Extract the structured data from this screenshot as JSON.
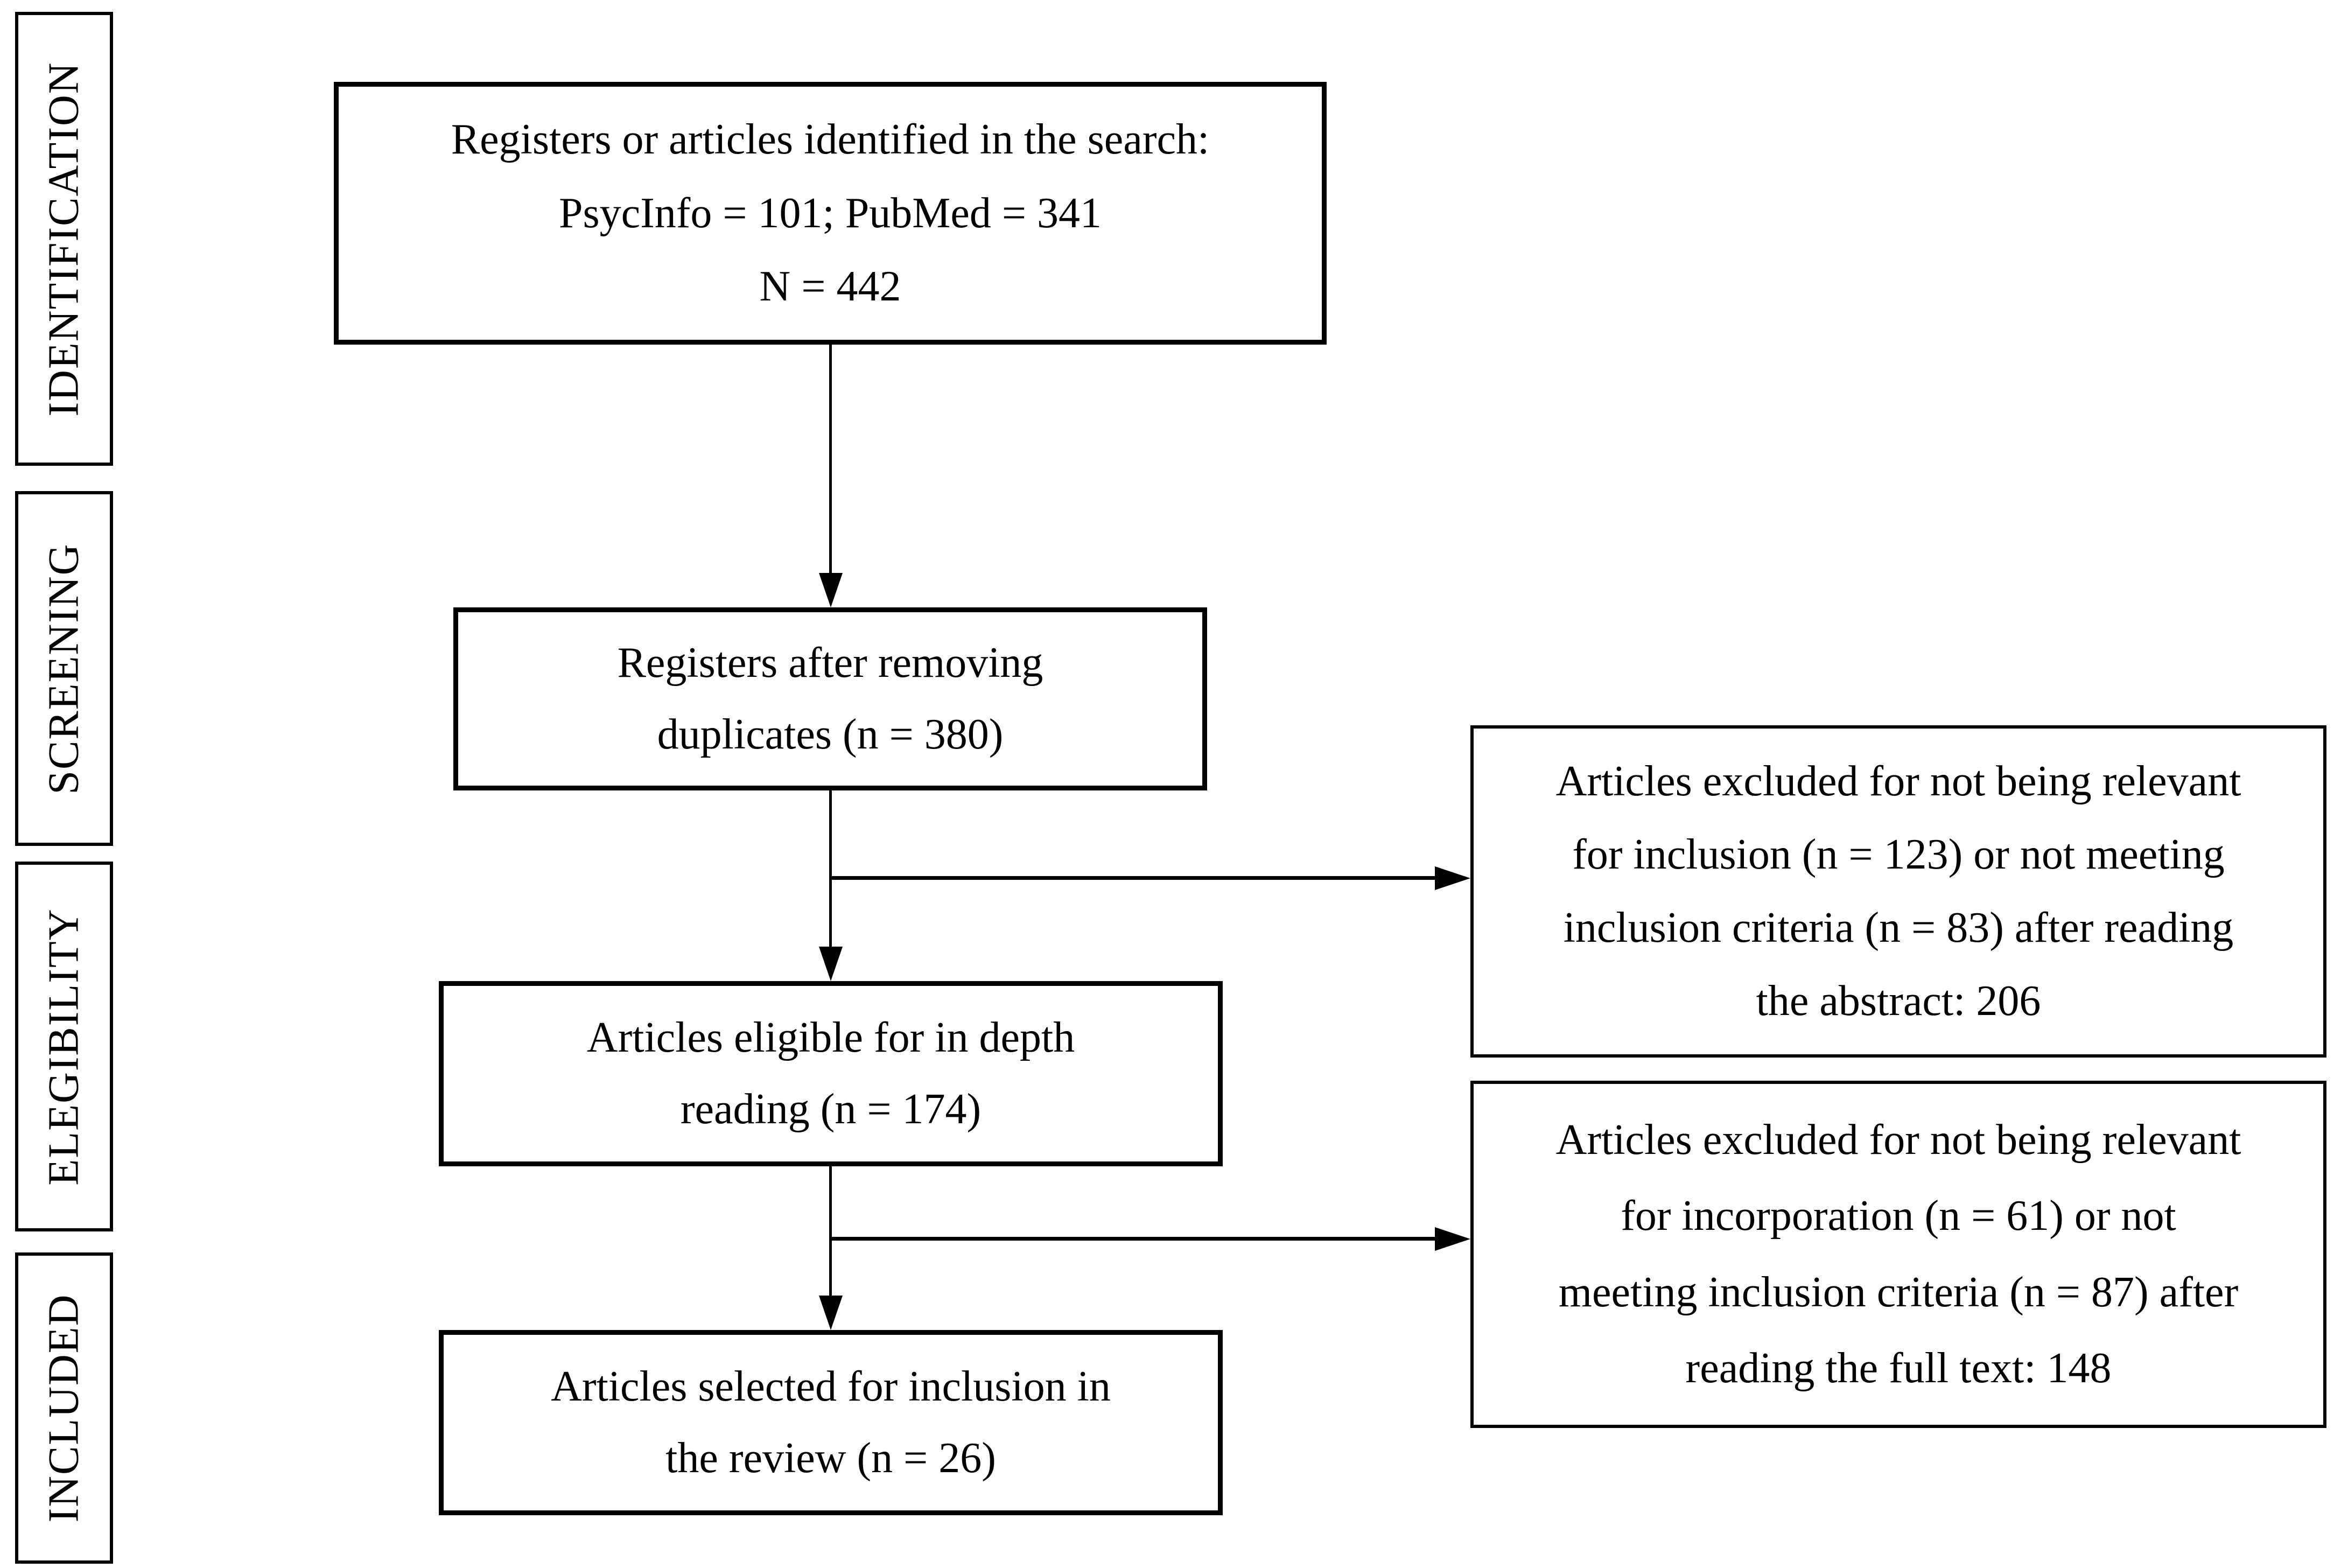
{
  "colors": {
    "background": "#ffffff",
    "border": "#000000",
    "text": "#000000"
  },
  "sidebar": {
    "items": [
      {
        "label": "IDENTIFICATION"
      },
      {
        "label": "SCREENING"
      },
      {
        "label": "ELEGIBILITY"
      },
      {
        "label": "INCLUDED"
      }
    ]
  },
  "flow": {
    "identified": {
      "lines": [
        "Registers or articles identified in the search:",
        "PsycInfo = 101; PubMed = 341",
        "N = 442"
      ]
    },
    "deduplicated": {
      "lines": [
        "Registers after removing",
        "duplicates (n = 380)"
      ]
    },
    "eligible": {
      "lines": [
        "Articles eligible for in depth",
        "reading (n = 174)"
      ]
    },
    "included": {
      "lines": [
        "Articles selected for inclusion in",
        "the review (n = 26)"
      ]
    }
  },
  "exclusions": {
    "abstract": {
      "lines": [
        "Articles excluded for not being relevant",
        "for inclusion (n = 123) or not meeting",
        "inclusion criteria (n = 83) after reading",
        "the abstract: 206"
      ]
    },
    "fulltext": {
      "lines": [
        "Articles excluded for not being relevant",
        "for incorporation (n = 61) or not",
        "meeting inclusion criteria (n = 87) after",
        "reading the full text: 148"
      ]
    }
  }
}
